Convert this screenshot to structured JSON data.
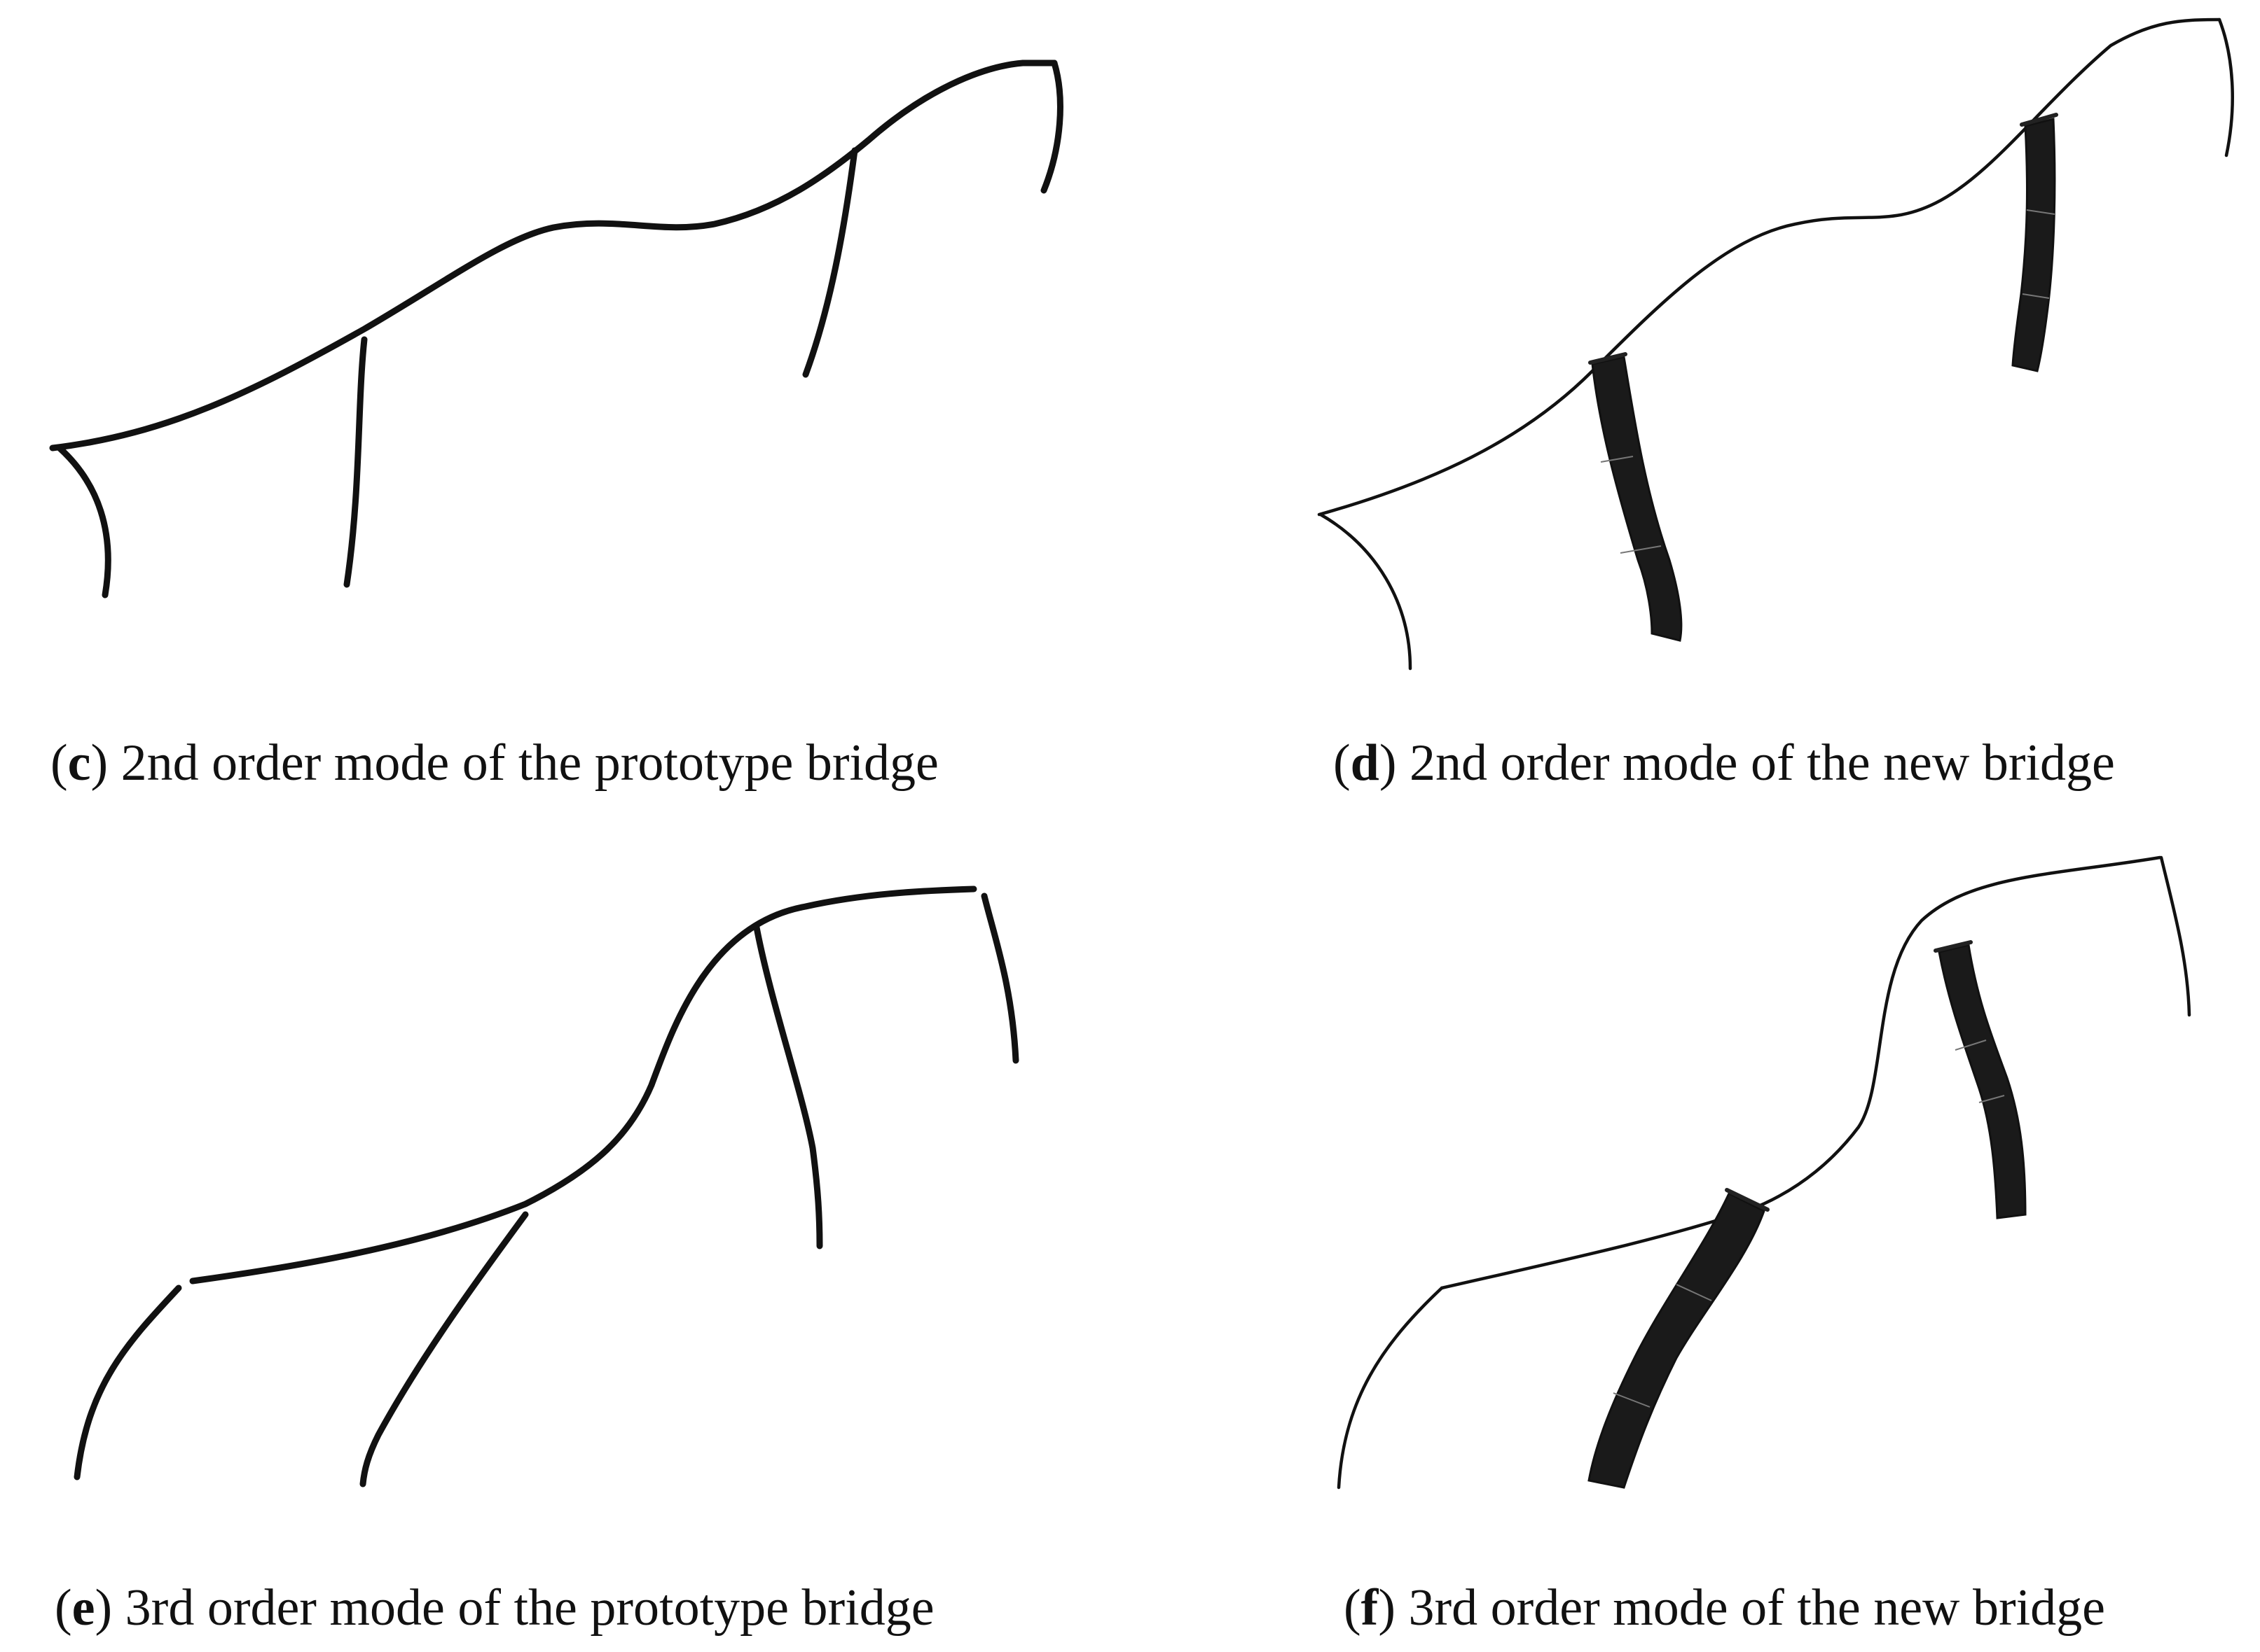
{
  "panels": [
    {
      "id": "c",
      "letter": "c",
      "text": "2nd order mode of the prototype bridge"
    },
    {
      "id": "d",
      "letter": "d",
      "text": "2nd order mode of the new bridge"
    },
    {
      "id": "e",
      "letter": "e",
      "text": "3rd order mode of the prototype bridge"
    },
    {
      "id": "f",
      "letter": "f",
      "text": "3rd order mode of the new bridge"
    }
  ],
  "punctuation": {
    "open": "(",
    "close": ")"
  },
  "colors": {
    "stroke": "#111111",
    "pier_fill": "#1a1a1a",
    "background": "#ffffff"
  }
}
